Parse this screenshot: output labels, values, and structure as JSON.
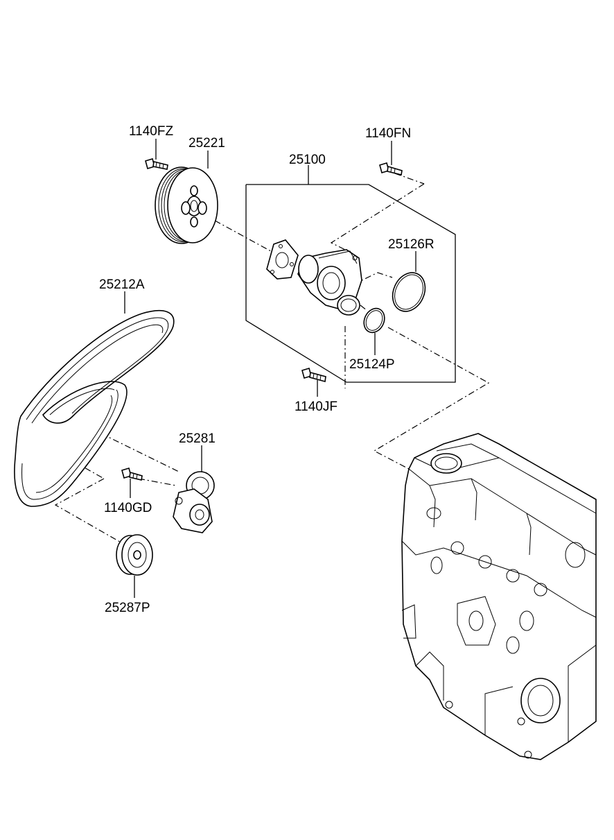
{
  "callouts": {
    "c1140FZ": "1140FZ",
    "c25221": "25221",
    "c25100": "25100",
    "c1140FN": "1140FN",
    "c25126R": "25126R",
    "c25212A": "25212A",
    "c25124P": "25124P",
    "c1140JF": "1140JF",
    "c25281": "25281",
    "c1140GD": "1140GD",
    "c25287P": "25287P"
  }
}
